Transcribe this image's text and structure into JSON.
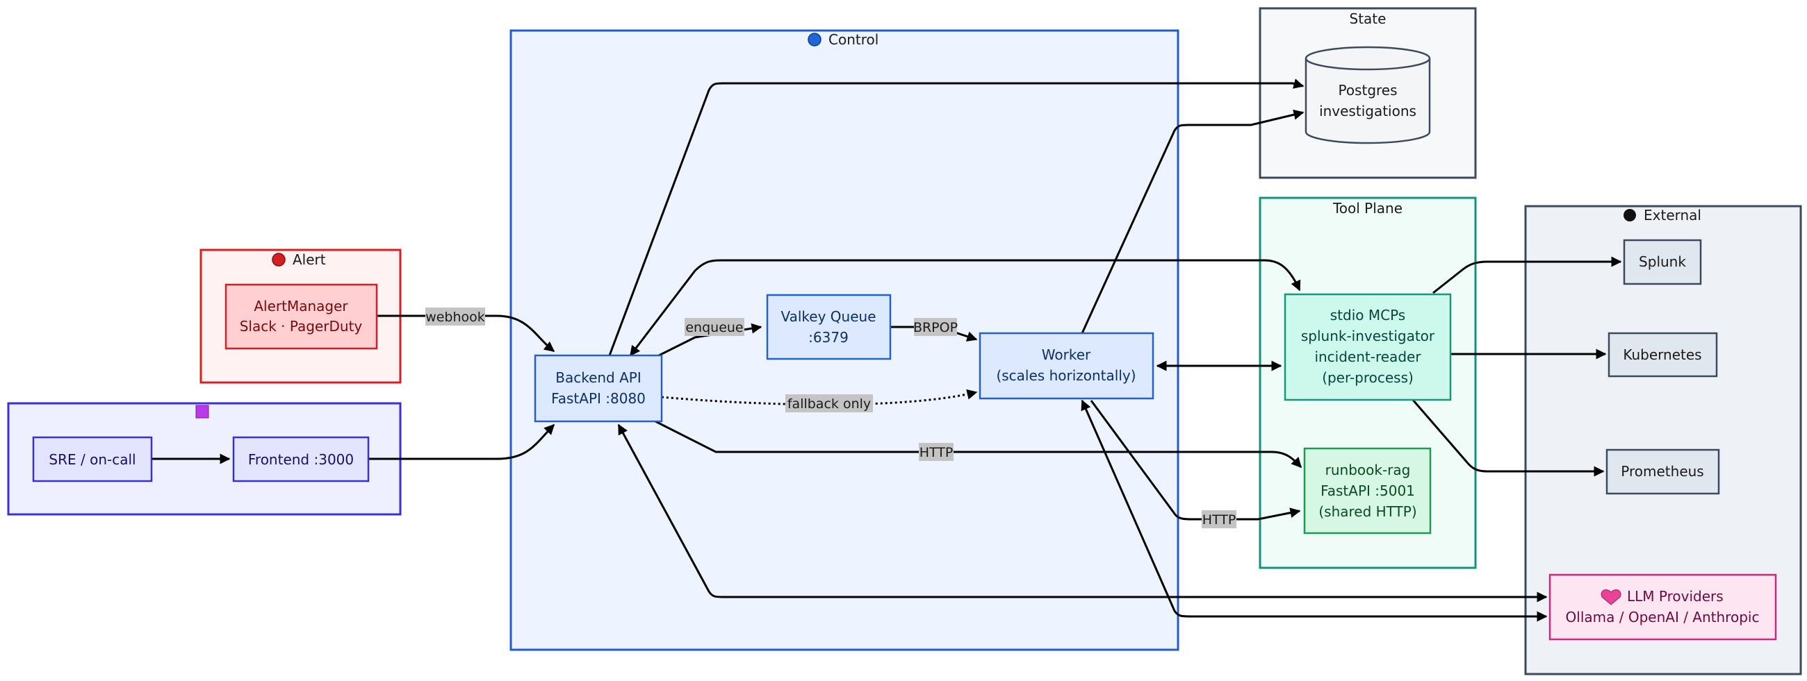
{
  "groups": {
    "control": {
      "icon": "blue-circle-icon",
      "title": "Control"
    },
    "state": {
      "title": "State"
    },
    "tool_plane": {
      "title": "Tool Plane"
    },
    "external": {
      "icon": "black-circle-icon",
      "title": "External"
    },
    "alert": {
      "icon": "red-circle-icon",
      "title": "Alert"
    },
    "user": {
      "icon": "purple-square-icon",
      "title": ""
    }
  },
  "nodes": {
    "alertmanager": {
      "line1": "AlertManager",
      "line2": "Slack · PagerDuty"
    },
    "sre": {
      "line1": "SRE / on-call"
    },
    "frontend": {
      "line1": "Frontend :3000"
    },
    "backend": {
      "line1": "Backend API",
      "line2": "FastAPI :8080"
    },
    "valkey": {
      "line1": "Valkey Queue",
      "line2": ":6379"
    },
    "worker": {
      "line1": "Worker",
      "line2": "(scales horizontally)"
    },
    "postgres": {
      "line1": "Postgres",
      "line2": "investigations"
    },
    "mcps": {
      "line1": "stdio MCPs",
      "line2": "splunk-investigator",
      "line3": "incident-reader",
      "line4": "(per-process)"
    },
    "runbook": {
      "line1": "runbook-rag",
      "line2": "FastAPI :5001",
      "line3": "(shared HTTP)"
    },
    "splunk": {
      "line1": "Splunk"
    },
    "kubernetes": {
      "line1": "Kubernetes"
    },
    "prometheus": {
      "line1": "Prometheus"
    },
    "llm": {
      "icon": "pink-heart-icon",
      "line1": "LLM Providers",
      "line2": "Ollama / OpenAI / Anthropic"
    }
  },
  "edge_labels": {
    "webhook": "webhook",
    "enqueue": "enqueue",
    "brpop": "BRPOP",
    "fallback": "fallback only",
    "http_runbook": "HTTP",
    "http_worker": "HTTP"
  },
  "colors": {
    "control_fill": "#eef4ff",
    "control_border": "#1f5ccc",
    "state_fill": "#f7f8fa",
    "state_border": "#3b4a5e",
    "tool_fill": "#effcf8",
    "tool_border": "#17907e",
    "external_fill": "#eef2f6",
    "external_border": "#3b4a5e",
    "alert_fill": "#fff2f2",
    "alert_border": "#d42020",
    "user_fill": "#eef0ff",
    "user_border": "#3a2fd6",
    "node_blue_fill": "#dce9ff",
    "node_blue_border": "#2460c8",
    "node_teal_fill": "#cdf8ec",
    "node_teal_border": "#179a7a",
    "node_green_fill": "#d5f7e3",
    "node_green_border": "#1f9a55",
    "node_red_fill": "#ffcfd2",
    "node_red_border": "#d42020",
    "node_purple_fill": "#e3e5ff",
    "node_purple_border": "#3a2fd6",
    "node_gray_fill": "#e1e7ee",
    "node_gray_border": "#3b4a5e",
    "node_pink_fill": "#fde5f2",
    "node_pink_border": "#cc2a78",
    "edge": "#000000",
    "label_bg": "#c4c4c4"
  }
}
